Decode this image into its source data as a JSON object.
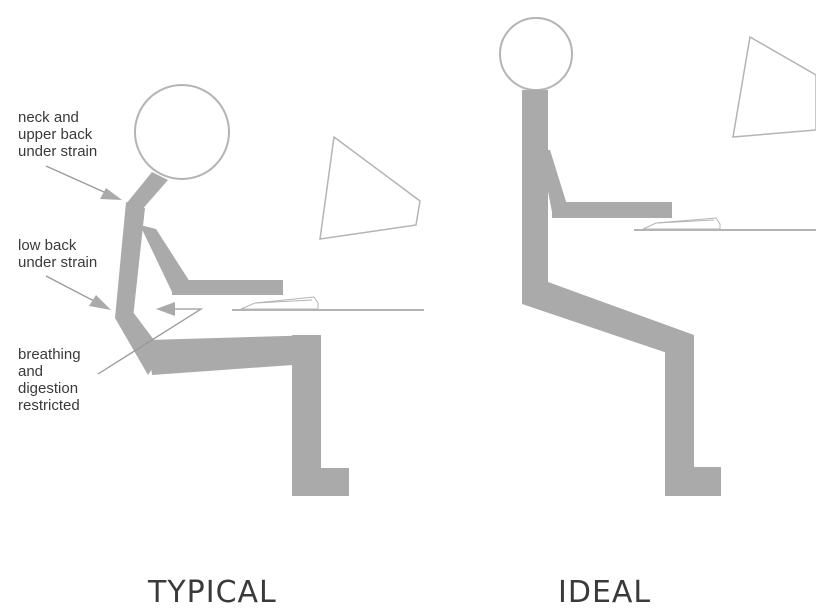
{
  "colors": {
    "figure": "#aaaaaa",
    "outline": "#b4b4b4",
    "text": "#3a3a3a",
    "background": "#ffffff"
  },
  "annotations": {
    "neck_strain": [
      "neck and",
      "upper back",
      "under strain"
    ],
    "low_back_strain": [
      "low back",
      "under strain"
    ],
    "breathing": [
      "breathing",
      "and",
      "digestion",
      "restricted"
    ]
  },
  "captions": {
    "typical": "TYPICAL",
    "ideal": "IDEAL"
  }
}
